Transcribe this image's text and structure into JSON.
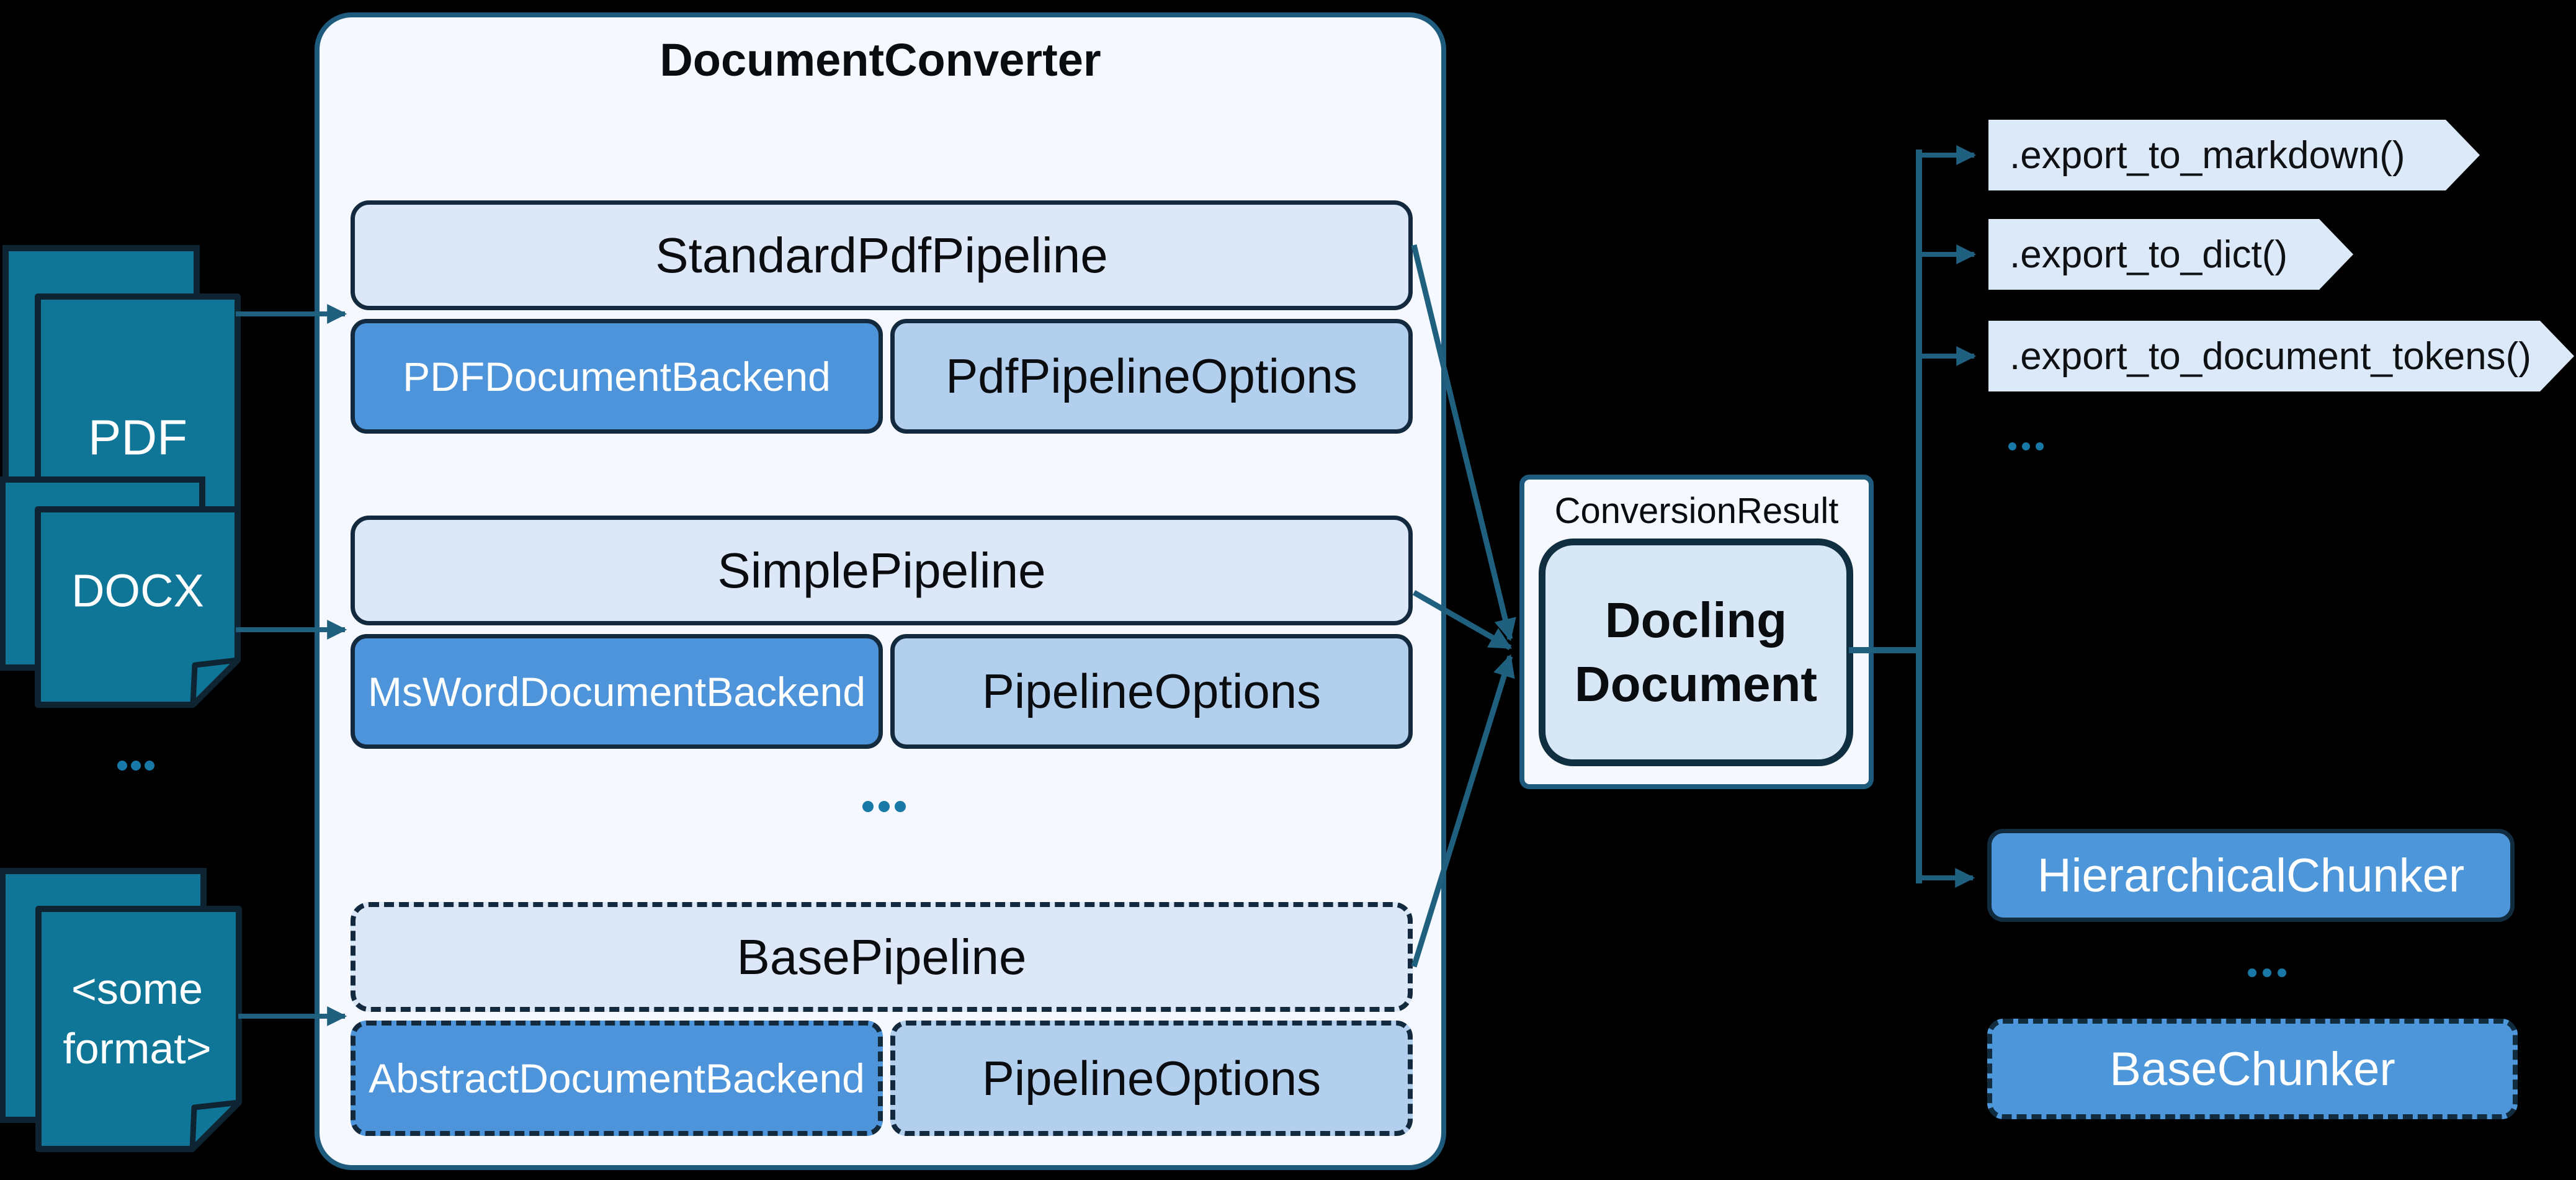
{
  "diagram": {
    "title": "DocumentConverter",
    "inputs": {
      "pdf": "PDF",
      "docx": "DOCX",
      "some_format_line1": "<some",
      "some_format_line2": "format>"
    },
    "pipelines": {
      "row1": {
        "pipeline": "StandardPdfPipeline",
        "backend": "PDFDocumentBackend",
        "options": "PdfPipelineOptions"
      },
      "row2": {
        "pipeline": "SimplePipeline",
        "backend": "MsWordDocumentBackend",
        "options": "PipelineOptions"
      },
      "row3": {
        "pipeline": "BasePipeline",
        "backend": "AbstractDocumentBackend",
        "options": "PipelineOptions"
      }
    },
    "result": {
      "label": "ConversionResult",
      "doc_line1": "Docling",
      "doc_line2": "Document"
    },
    "exports": {
      "markdown": ".export_to_markdown()",
      "dict": ".export_to_dict()",
      "tokens": ".export_to_document_tokens()"
    },
    "chunkers": {
      "hierarchical": "HierarchicalChunker",
      "base": "BaseChunker"
    },
    "ellipsis": "...",
    "colors": {
      "background": "#000000",
      "panel_fill": "#f5f8fe",
      "panel_border": "#1d5a7c",
      "pipeline_fill": "#dce8f7",
      "backend_fill": "#4e94da",
      "options_fill": "#b3cfee",
      "box_border": "#132a3e",
      "chunker_fill": "#4e96da",
      "chevron_fill": "#dbe9f8",
      "doc_icon_fill": "#0f7697",
      "doc_icon_border": "#0e2433",
      "arrow": "#20607f",
      "dots": "#1878a6",
      "docling_fill": "#d8e7f5",
      "docling_border": "#0f2e40"
    }
  }
}
